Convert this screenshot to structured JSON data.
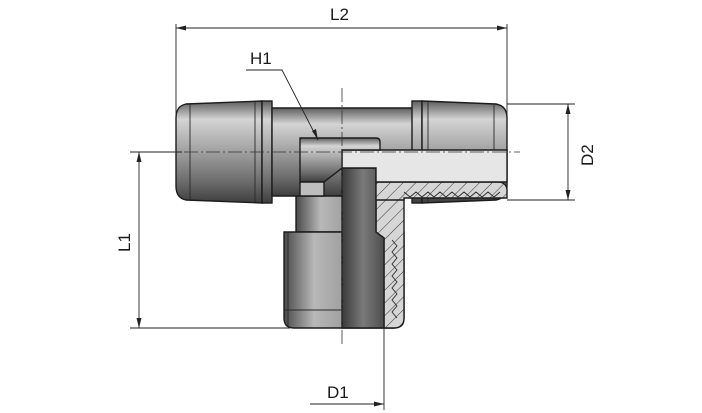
{
  "labels": {
    "l2": "L2",
    "h1": "H1",
    "d2": "D2",
    "l1": "L1",
    "d1": "D1"
  },
  "colors": {
    "body_light": "#c9c9c9",
    "body_mid": "#8a8a8a",
    "body_dark": "#4a4a4a",
    "section_fill": "#d9d9d9",
    "line": "#1c1c1c"
  }
}
